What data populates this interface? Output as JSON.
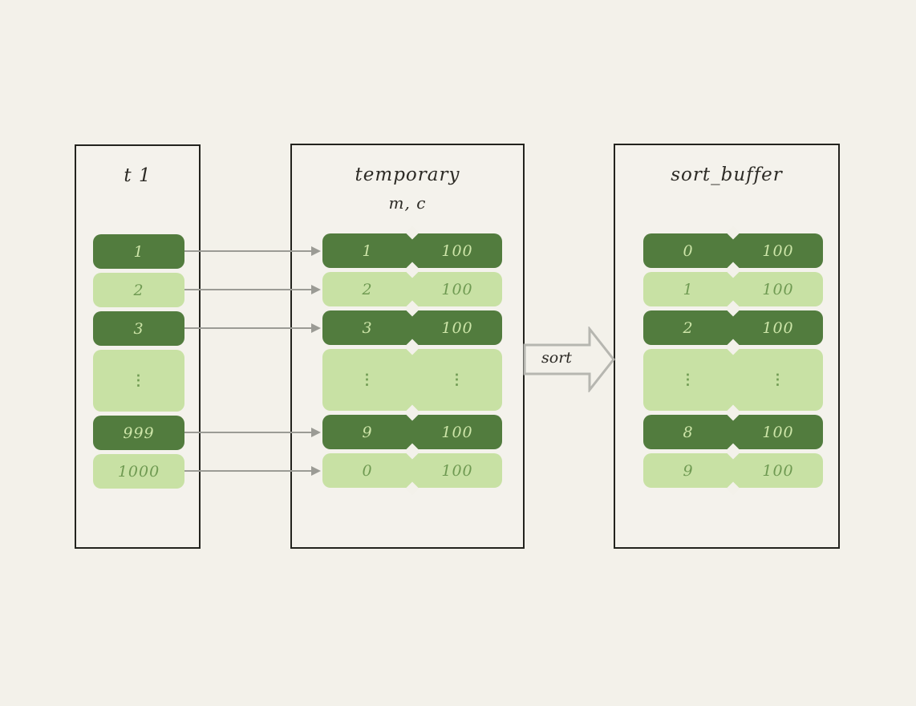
{
  "diagram": {
    "sort_label": "sort",
    "panels": [
      {
        "title": "t 1",
        "rows": [
          {
            "cells": [
              "1"
            ]
          },
          {
            "cells": [
              "2"
            ]
          },
          {
            "cells": [
              "3"
            ]
          },
          {
            "cells": [
              "⋮"
            ],
            "ellipsis": true
          },
          {
            "cells": [
              "999"
            ]
          },
          {
            "cells": [
              "1000"
            ]
          }
        ]
      },
      {
        "title": "temporary",
        "subtitle": "m, c",
        "rows": [
          {
            "cells": [
              "1",
              "100"
            ]
          },
          {
            "cells": [
              "2",
              "100"
            ]
          },
          {
            "cells": [
              "3",
              "100"
            ]
          },
          {
            "cells": [
              "⋮",
              "⋮"
            ],
            "ellipsis": true
          },
          {
            "cells": [
              "9",
              "100"
            ]
          },
          {
            "cells": [
              "0",
              "100"
            ]
          }
        ]
      },
      {
        "title": "sort_buffer",
        "rows": [
          {
            "cells": [
              "0",
              "100"
            ]
          },
          {
            "cells": [
              "1",
              "100"
            ]
          },
          {
            "cells": [
              "2",
              "100"
            ]
          },
          {
            "cells": [
              "⋮",
              "⋮"
            ],
            "ellipsis": true
          },
          {
            "cells": [
              "8",
              "100"
            ]
          },
          {
            "cells": [
              "9",
              "100"
            ]
          }
        ]
      }
    ]
  },
  "colors": {
    "background": "#f3f1ea",
    "panel_border": "#23231e",
    "row_dark_green": "#527c3e",
    "row_light_green": "#c8e1a4",
    "text_on_dark": "#cde5a8",
    "text_on_light": "#6f9a52",
    "connector_gray": "#9b9b95",
    "sort_arrow_outline": "#b6b6b0"
  }
}
